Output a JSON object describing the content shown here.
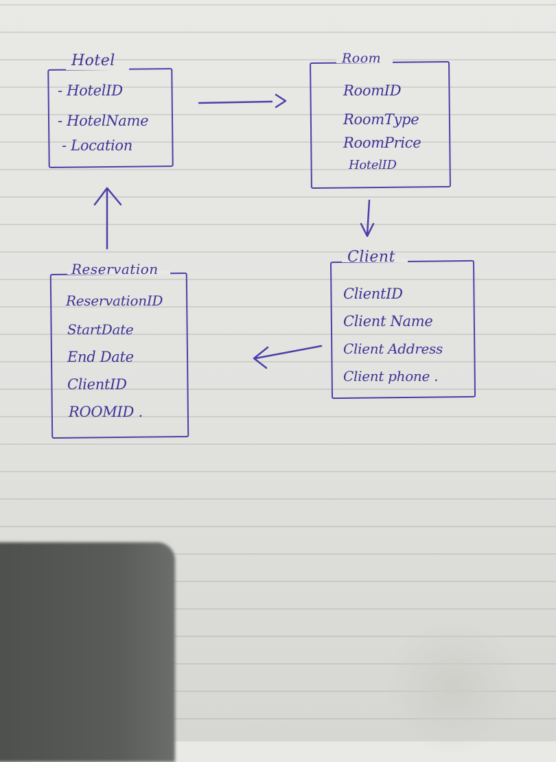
{
  "entities": [
    {
      "id": "hotel",
      "title": "Hotel",
      "attributes": [
        "- HotelID",
        "- HotelName",
        "- Location"
      ]
    },
    {
      "id": "room",
      "title": "Room",
      "attributes": [
        "RoomID",
        "RoomType",
        "RoomPrice",
        "HotelID"
      ]
    },
    {
      "id": "client",
      "title": "Client",
      "attributes": [
        "ClientID",
        "Client Name",
        "Client Address",
        "Client phone ."
      ]
    },
    {
      "id": "reservation",
      "title": "Reservation",
      "attributes": [
        "ReservationID",
        "StartDate",
        "End Date",
        "ClientID",
        "ROOMID ."
      ]
    }
  ],
  "colors": {
    "ink": "#4a3fa8",
    "paper": "#e6e6e3"
  }
}
